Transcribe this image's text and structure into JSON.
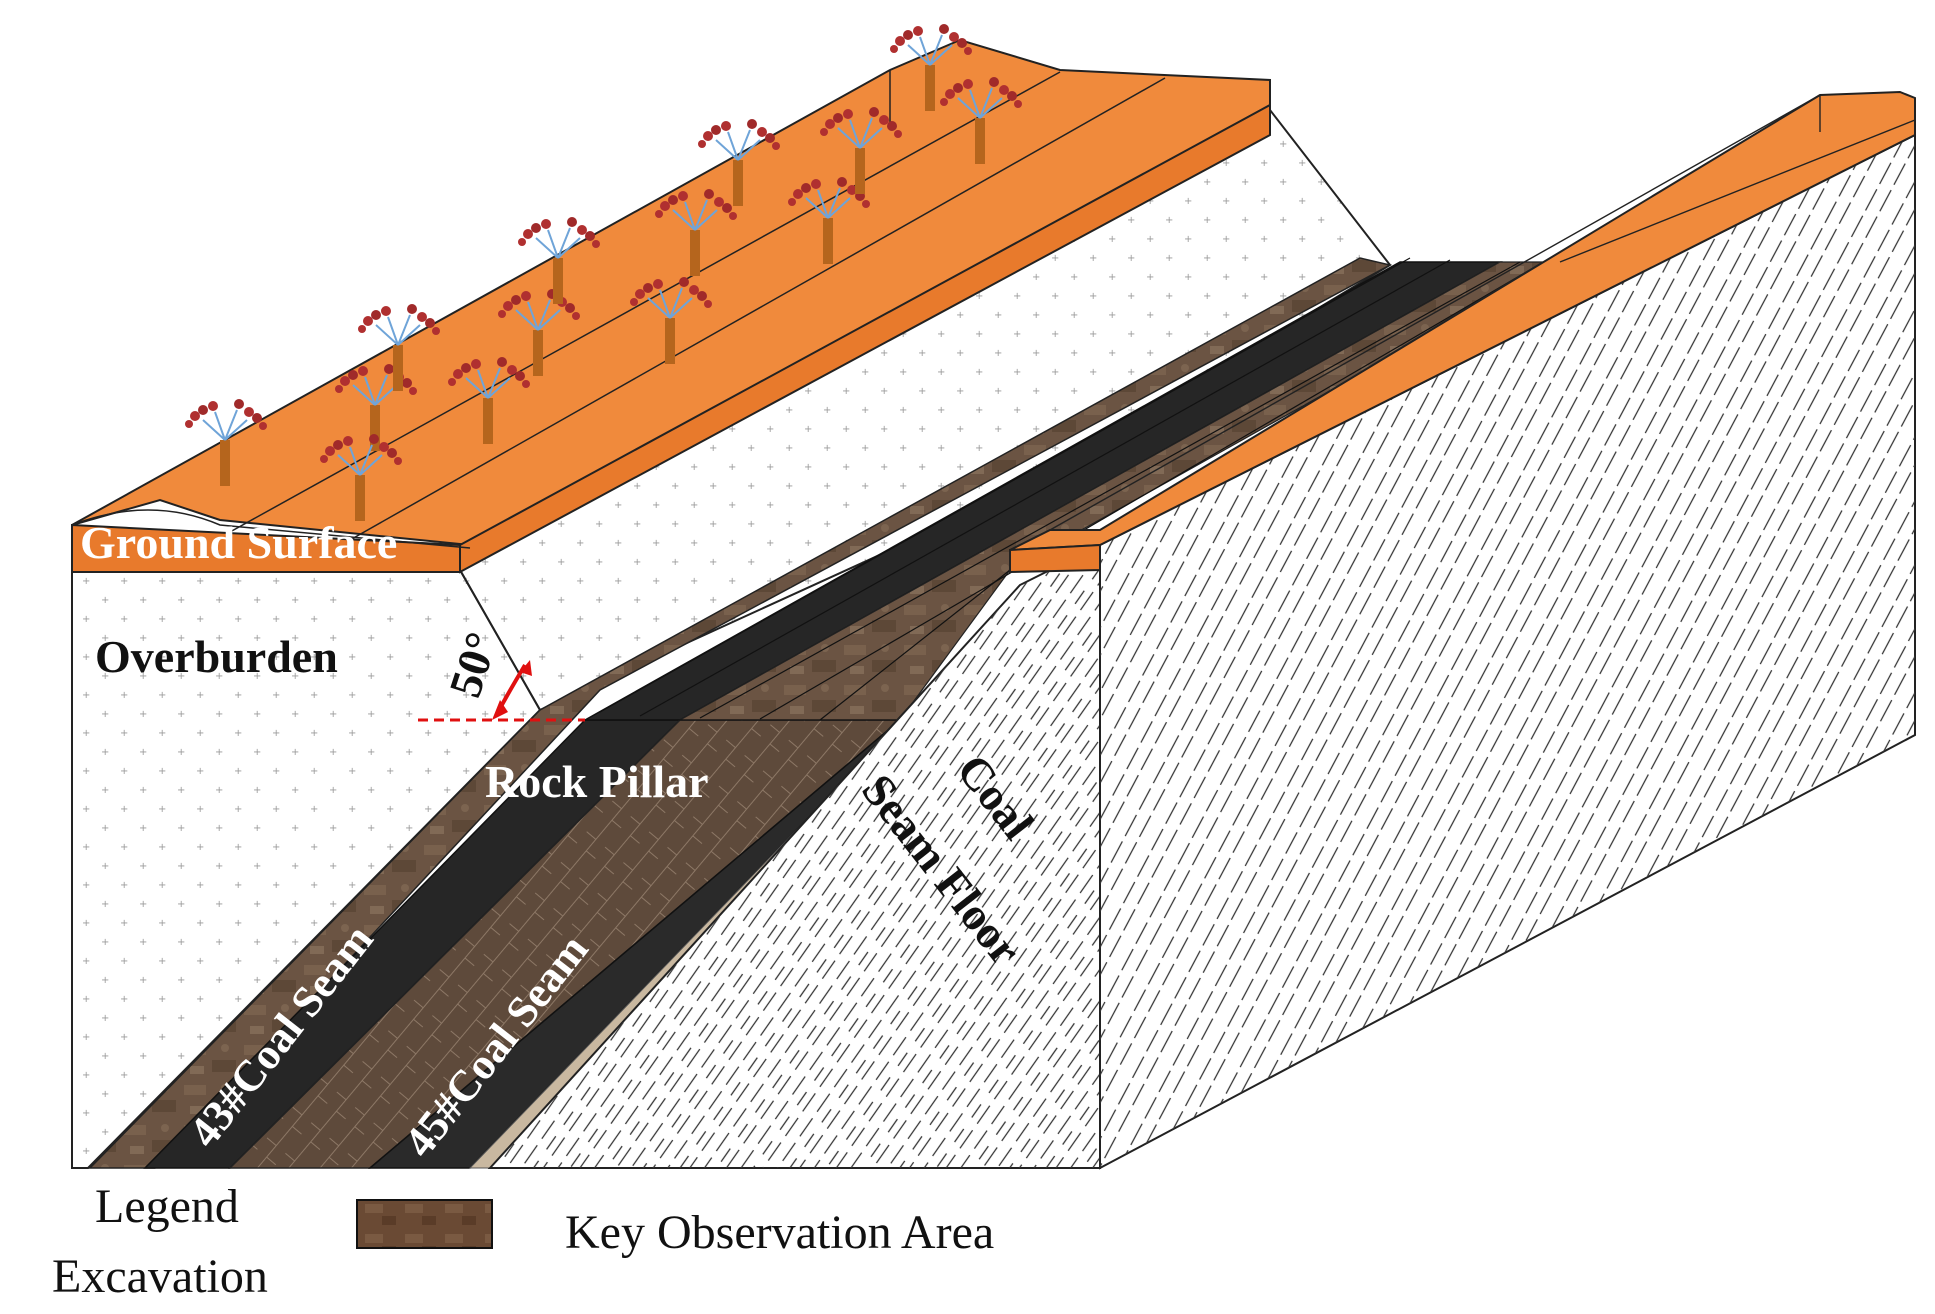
{
  "labels": {
    "ground_surface": "Ground Surface",
    "overburden": "Overburden",
    "angle": "50°",
    "rock_pillar": "Rock Pillar",
    "coal_seam_floor_line1": "Coal",
    "coal_seam_floor_line2": "Seam Floor",
    "seam_43": "43#Coal Seam",
    "seam_45": "45#Coal Seam"
  },
  "legend": {
    "title": "Legend",
    "excavation": "Excavation",
    "key_observation_area": "Key Observation Area"
  },
  "colors": {
    "ground": "#f08a3c",
    "ground_edge": "#e0702a",
    "coal": "#262626",
    "rock": "#6b5443",
    "rock_light": "#8a715c",
    "overburden_bg": "#ffffff",
    "floor_hatch": "#333333",
    "angle_marker": "#e01010"
  },
  "icons": {
    "tree": "tree-icon"
  },
  "seam_dip_degrees": 50
}
